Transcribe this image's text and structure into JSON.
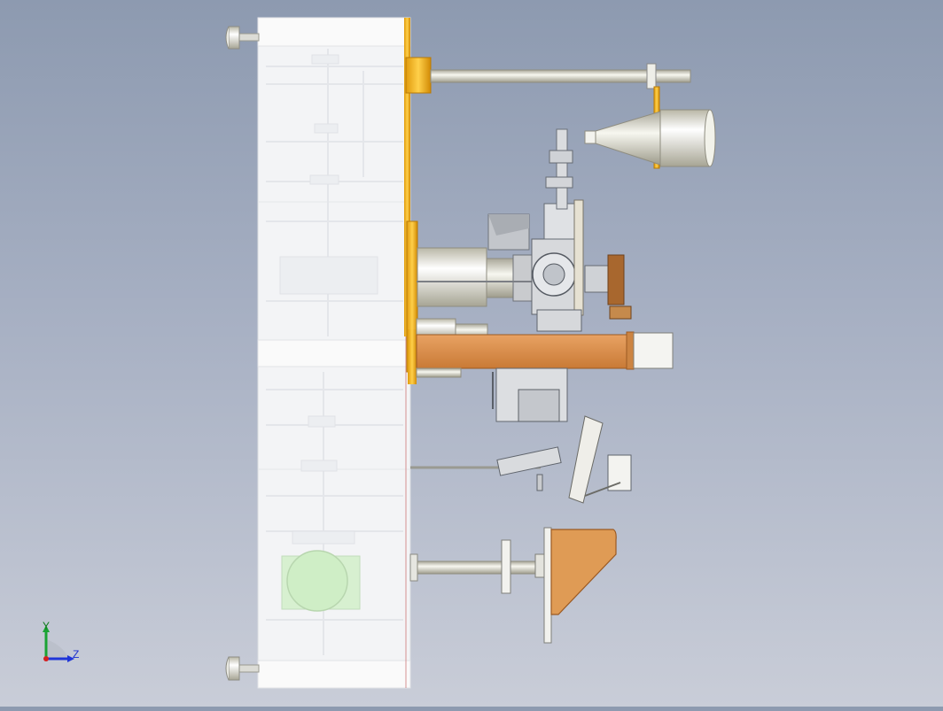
{
  "window": {
    "title": ""
  },
  "colors": {
    "background_top": "#8d9ab0",
    "background_bottom": "#c9cdd8",
    "frame_panel": "#f3f4f6",
    "gold_flange": "#f2b01a",
    "copper_beam": "#d98a45",
    "copper_bracket": "#df9b55",
    "brown_block": "#a8672e",
    "steel": "#e2e2dc",
    "mechanism_grey": "#9aa0a8",
    "motor_green": "#cfeec6"
  },
  "model": {
    "components": [
      "machine-frame",
      "leveling-foot",
      "upper-rod",
      "funnel-hopper",
      "spindle-housing",
      "cutting-head-assembly",
      "horizontal-beam",
      "end-cap",
      "pusher-arm-mechanism",
      "lower-shaft",
      "mounting-bracket",
      "drive-motor"
    ]
  },
  "triad": {
    "y_label": "Y",
    "z_label": "Z",
    "icon": "coordinate-triad-icon"
  }
}
